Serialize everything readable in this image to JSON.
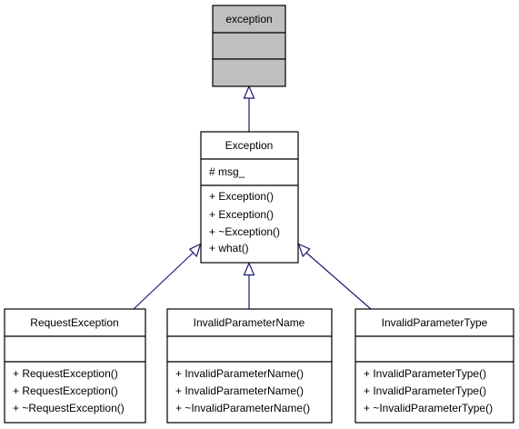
{
  "diagram": {
    "colors": {
      "edge": "#191970",
      "base_fill": "#bfbfbf",
      "class_fill": "#ffffff",
      "border": "#000000"
    },
    "classes": {
      "exception_std": {
        "name": "exception",
        "attributes": [],
        "methods": []
      },
      "exception": {
        "name": "Exception",
        "attributes": [
          "# msg_"
        ],
        "methods": [
          "+ Exception()",
          "+ Exception()",
          "+ ~Exception()",
          "+ what()"
        ]
      },
      "request_exception": {
        "name": "RequestException",
        "attributes": [],
        "methods": [
          "+ RequestException()",
          "+ RequestException()",
          "+ ~RequestException()"
        ]
      },
      "invalid_parameter_name": {
        "name": "InvalidParameterName",
        "attributes": [],
        "methods": [
          "+ InvalidParameterName()",
          "+ InvalidParameterName()",
          "+ ~InvalidParameterName()"
        ]
      },
      "invalid_parameter_type": {
        "name": "InvalidParameterType",
        "attributes": [],
        "methods": [
          "+ InvalidParameterType()",
          "+ InvalidParameterType()",
          "+ ~InvalidParameterType()"
        ]
      }
    },
    "inheritance": [
      {
        "child": "exception",
        "parent": "exception_std"
      },
      {
        "child": "request_exception",
        "parent": "exception"
      },
      {
        "child": "invalid_parameter_name",
        "parent": "exception"
      },
      {
        "child": "invalid_parameter_type",
        "parent": "exception"
      }
    ]
  }
}
